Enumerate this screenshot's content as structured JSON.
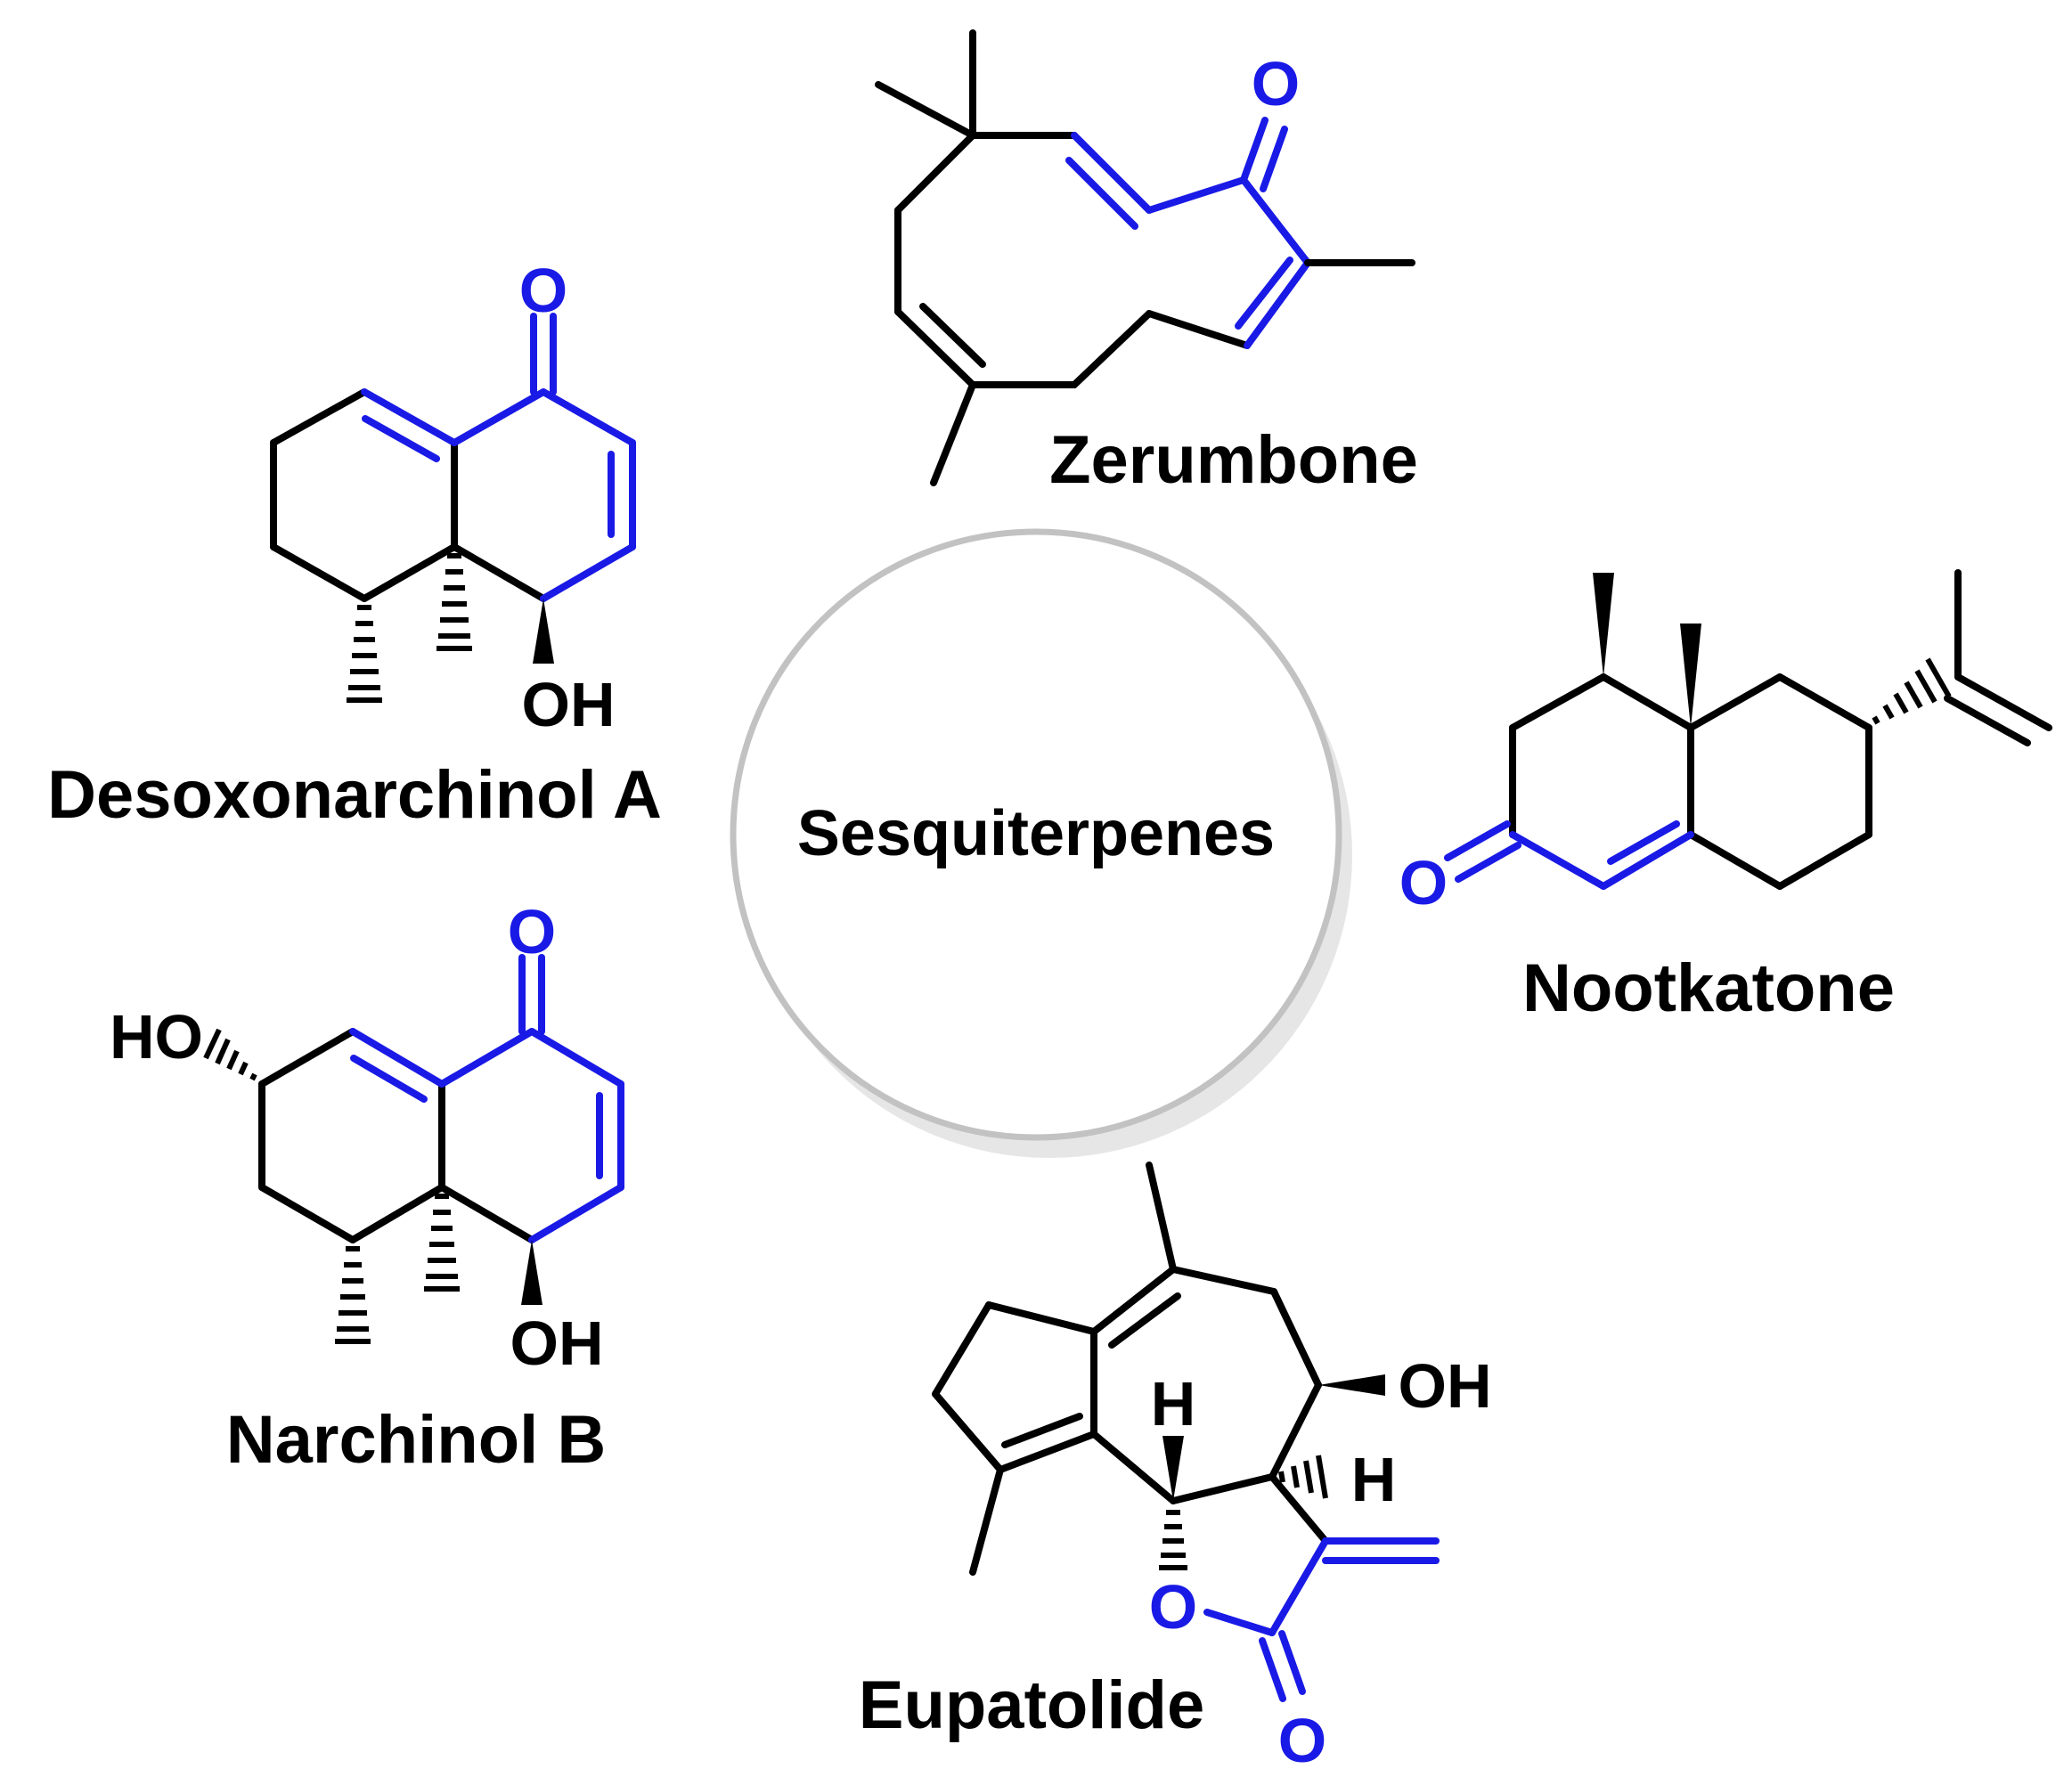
{
  "center": {
    "label": "Sesquiterpenes"
  },
  "colors": {
    "highlight": "#1a1ae6",
    "bond": "#000000",
    "ring_stroke": "#c2c2c2",
    "ring_shadow": "#e6e6e6"
  },
  "compounds": {
    "zerumbone": {
      "name": "Zerumbone",
      "atoms": {
        "o": "O"
      }
    },
    "desoxonarchinol_a": {
      "name": "Desoxonarchinol A",
      "atoms": {
        "o": "O",
        "oh": "OH"
      }
    },
    "nootkatone": {
      "name": "Nootkatone",
      "atoms": {
        "o": "O"
      }
    },
    "narchinol_b": {
      "name": "Narchinol B",
      "atoms": {
        "o": "O",
        "oh": "OH",
        "ho": "HO"
      }
    },
    "eupatolide": {
      "name": "Eupatolide",
      "atoms": {
        "oh": "OH",
        "h1": "H",
        "h2": "H",
        "o_ring": "O",
        "o_carbonyl": "O"
      }
    }
  }
}
